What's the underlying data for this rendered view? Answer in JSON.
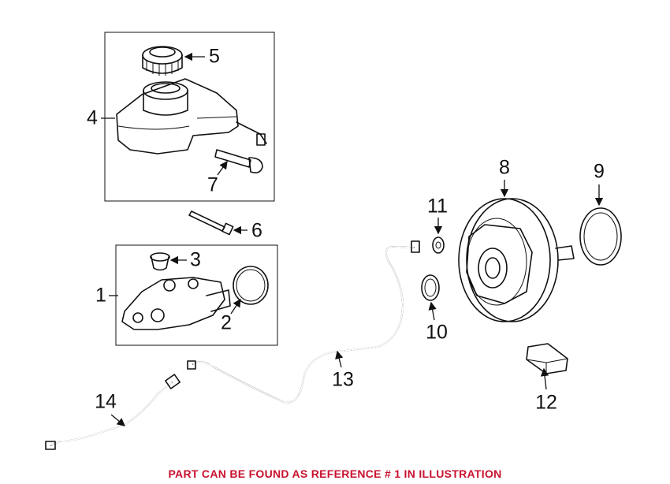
{
  "callouts": {
    "c1": "1",
    "c2": "2",
    "c3": "3",
    "c4": "4",
    "c5": "5",
    "c6": "6",
    "c7": "7",
    "c8": "8",
    "c9": "9",
    "c10": "10",
    "c11": "11",
    "c12": "12",
    "c13": "13",
    "c14": "14"
  },
  "footer_note": "PART CAN BE FOUND AS REFERENCE # 1 IN ILLUSTRATION",
  "colors": {
    "note": "#c8102e",
    "line": "#111111"
  }
}
